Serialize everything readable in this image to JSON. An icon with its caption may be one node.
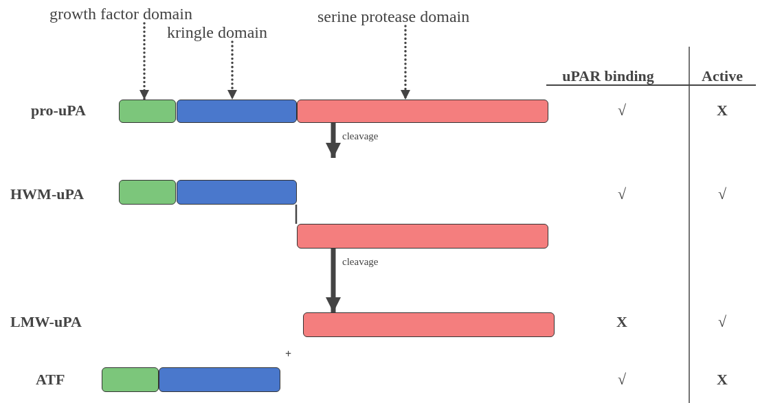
{
  "diagram": {
    "nodes": [
      {
        "text": [
          "growth factor domain"
        ]
      },
      {
        "text": [
          "serine protease domain"
        ]
      },
      {
        "text": [
          "kringle domain"
        ]
      },
      {
        "text": [],
        "shape": "bar"
      },
      {
        "text": [],
        "shape": "bar"
      },
      {
        "text": [],
        "shape": "bar"
      },
      {
        "text": [],
        "shape": "bar"
      },
      {
        "text": [],
        "shape": "bar"
      },
      {
        "text": [],
        "shape": "bar"
      },
      {
        "text": [],
        "shape": "bar"
      },
      {
        "text": [],
        "shape": "bar"
      },
      {
        "text": [],
        "shape": "bar"
      }
    ],
    "edges": [
      {
        "from": 0,
        "to": 3,
        "arrow": "to",
        "style": "dashed"
      },
      {
        "from": 2,
        "to": 4,
        "arrow": "to",
        "style": "dashed"
      },
      {
        "from": 1,
        "to": 5,
        "arrow": "to",
        "style": "dashed"
      },
      {
        "from": 5,
        "to": null,
        "arrow": "to",
        "style": "thick",
        "label": "cleavage"
      },
      {
        "from": 7,
        "to": 8,
        "arrow": "none"
      },
      {
        "from": 8,
        "to": 9,
        "arrow": "to",
        "style": "thick",
        "label": "cleavage"
      }
    ],
    "labels": [
      "uPAR binding",
      "Active",
      "pro-uPA",
      "√",
      "X",
      "HWM-uPA",
      "√",
      "√",
      "LMW-uPA",
      "X",
      "√",
      "+",
      "ATF",
      "√",
      "X"
    ]
  }
}
